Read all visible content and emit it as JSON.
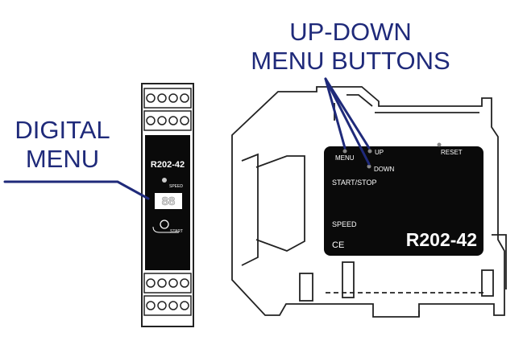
{
  "callouts": {
    "up_down_line1": "UP-DOWN",
    "up_down_line2": "MENU BUTTONS",
    "digital_line1": "DIGITAL",
    "digital_line2": "MENU"
  },
  "front_unit": {
    "model": "R202-42",
    "display_value": "88",
    "speed_label": "SPEED",
    "start_label": "START"
  },
  "side_unit": {
    "menu_label": "MENU",
    "up_label": "UP",
    "down_label": "DOWN",
    "reset_label": "RESET",
    "start_stop_label": "START/STOP",
    "speed_label": "SPEED",
    "ce_mark": "CE",
    "model": "R202-42"
  },
  "colors": {
    "callout_text": "#1f2a7a",
    "device_panel": "#0a0a0a",
    "device_outline": "#222222"
  }
}
